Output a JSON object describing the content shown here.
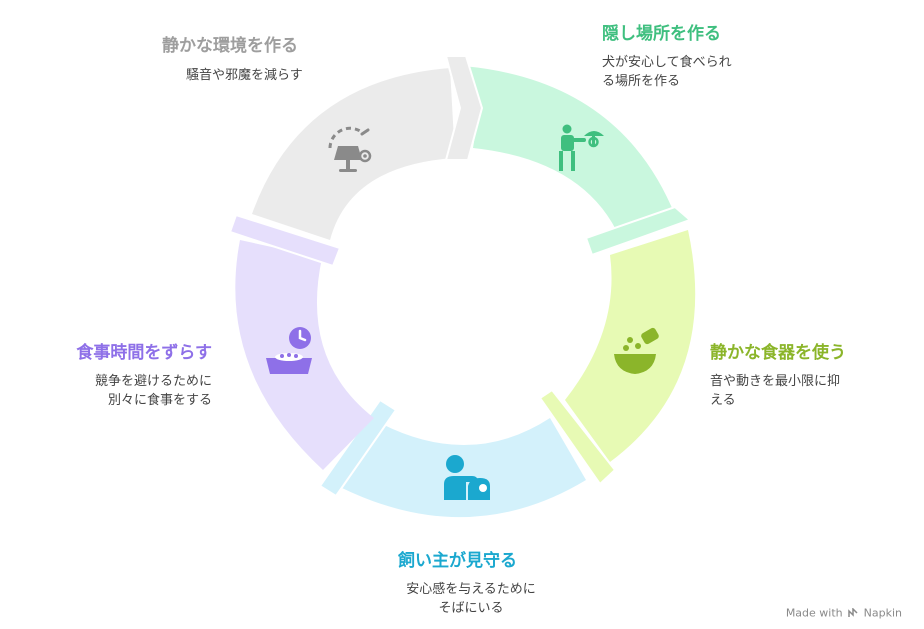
{
  "cycle": {
    "stages": [
      {
        "title": "隠し場所を作る",
        "description": [
          "犬が安心して食べられ",
          "る場所を作る"
        ],
        "icon": "person-with-plant-icon",
        "color": "#3fbf7f"
      },
      {
        "title": "静かな食器を使う",
        "description": [
          "音や動きを最小限に抑",
          "える"
        ],
        "icon": "food-bowl-icon",
        "color": "#8bb52a"
      },
      {
        "title": "飼い主が見守る",
        "description": [
          "安心感を与えるために",
          "そばにいる"
        ],
        "icon": "person-watching-icon",
        "color": "#1ba8cf"
      },
      {
        "title": "食事時間をずらす",
        "description": [
          "競争を避けるために",
          "別々に食事をする"
        ],
        "icon": "bowl-clock-icon",
        "color": "#8e70e8"
      },
      {
        "title": "静かな環境を作る",
        "description": [
          "騒音や邪魔を減らす"
        ],
        "icon": "quiet-lamp-icon",
        "color": "#9e9e9e"
      }
    ]
  },
  "footer": {
    "made_with": "Made with",
    "brand": "Napkin"
  }
}
